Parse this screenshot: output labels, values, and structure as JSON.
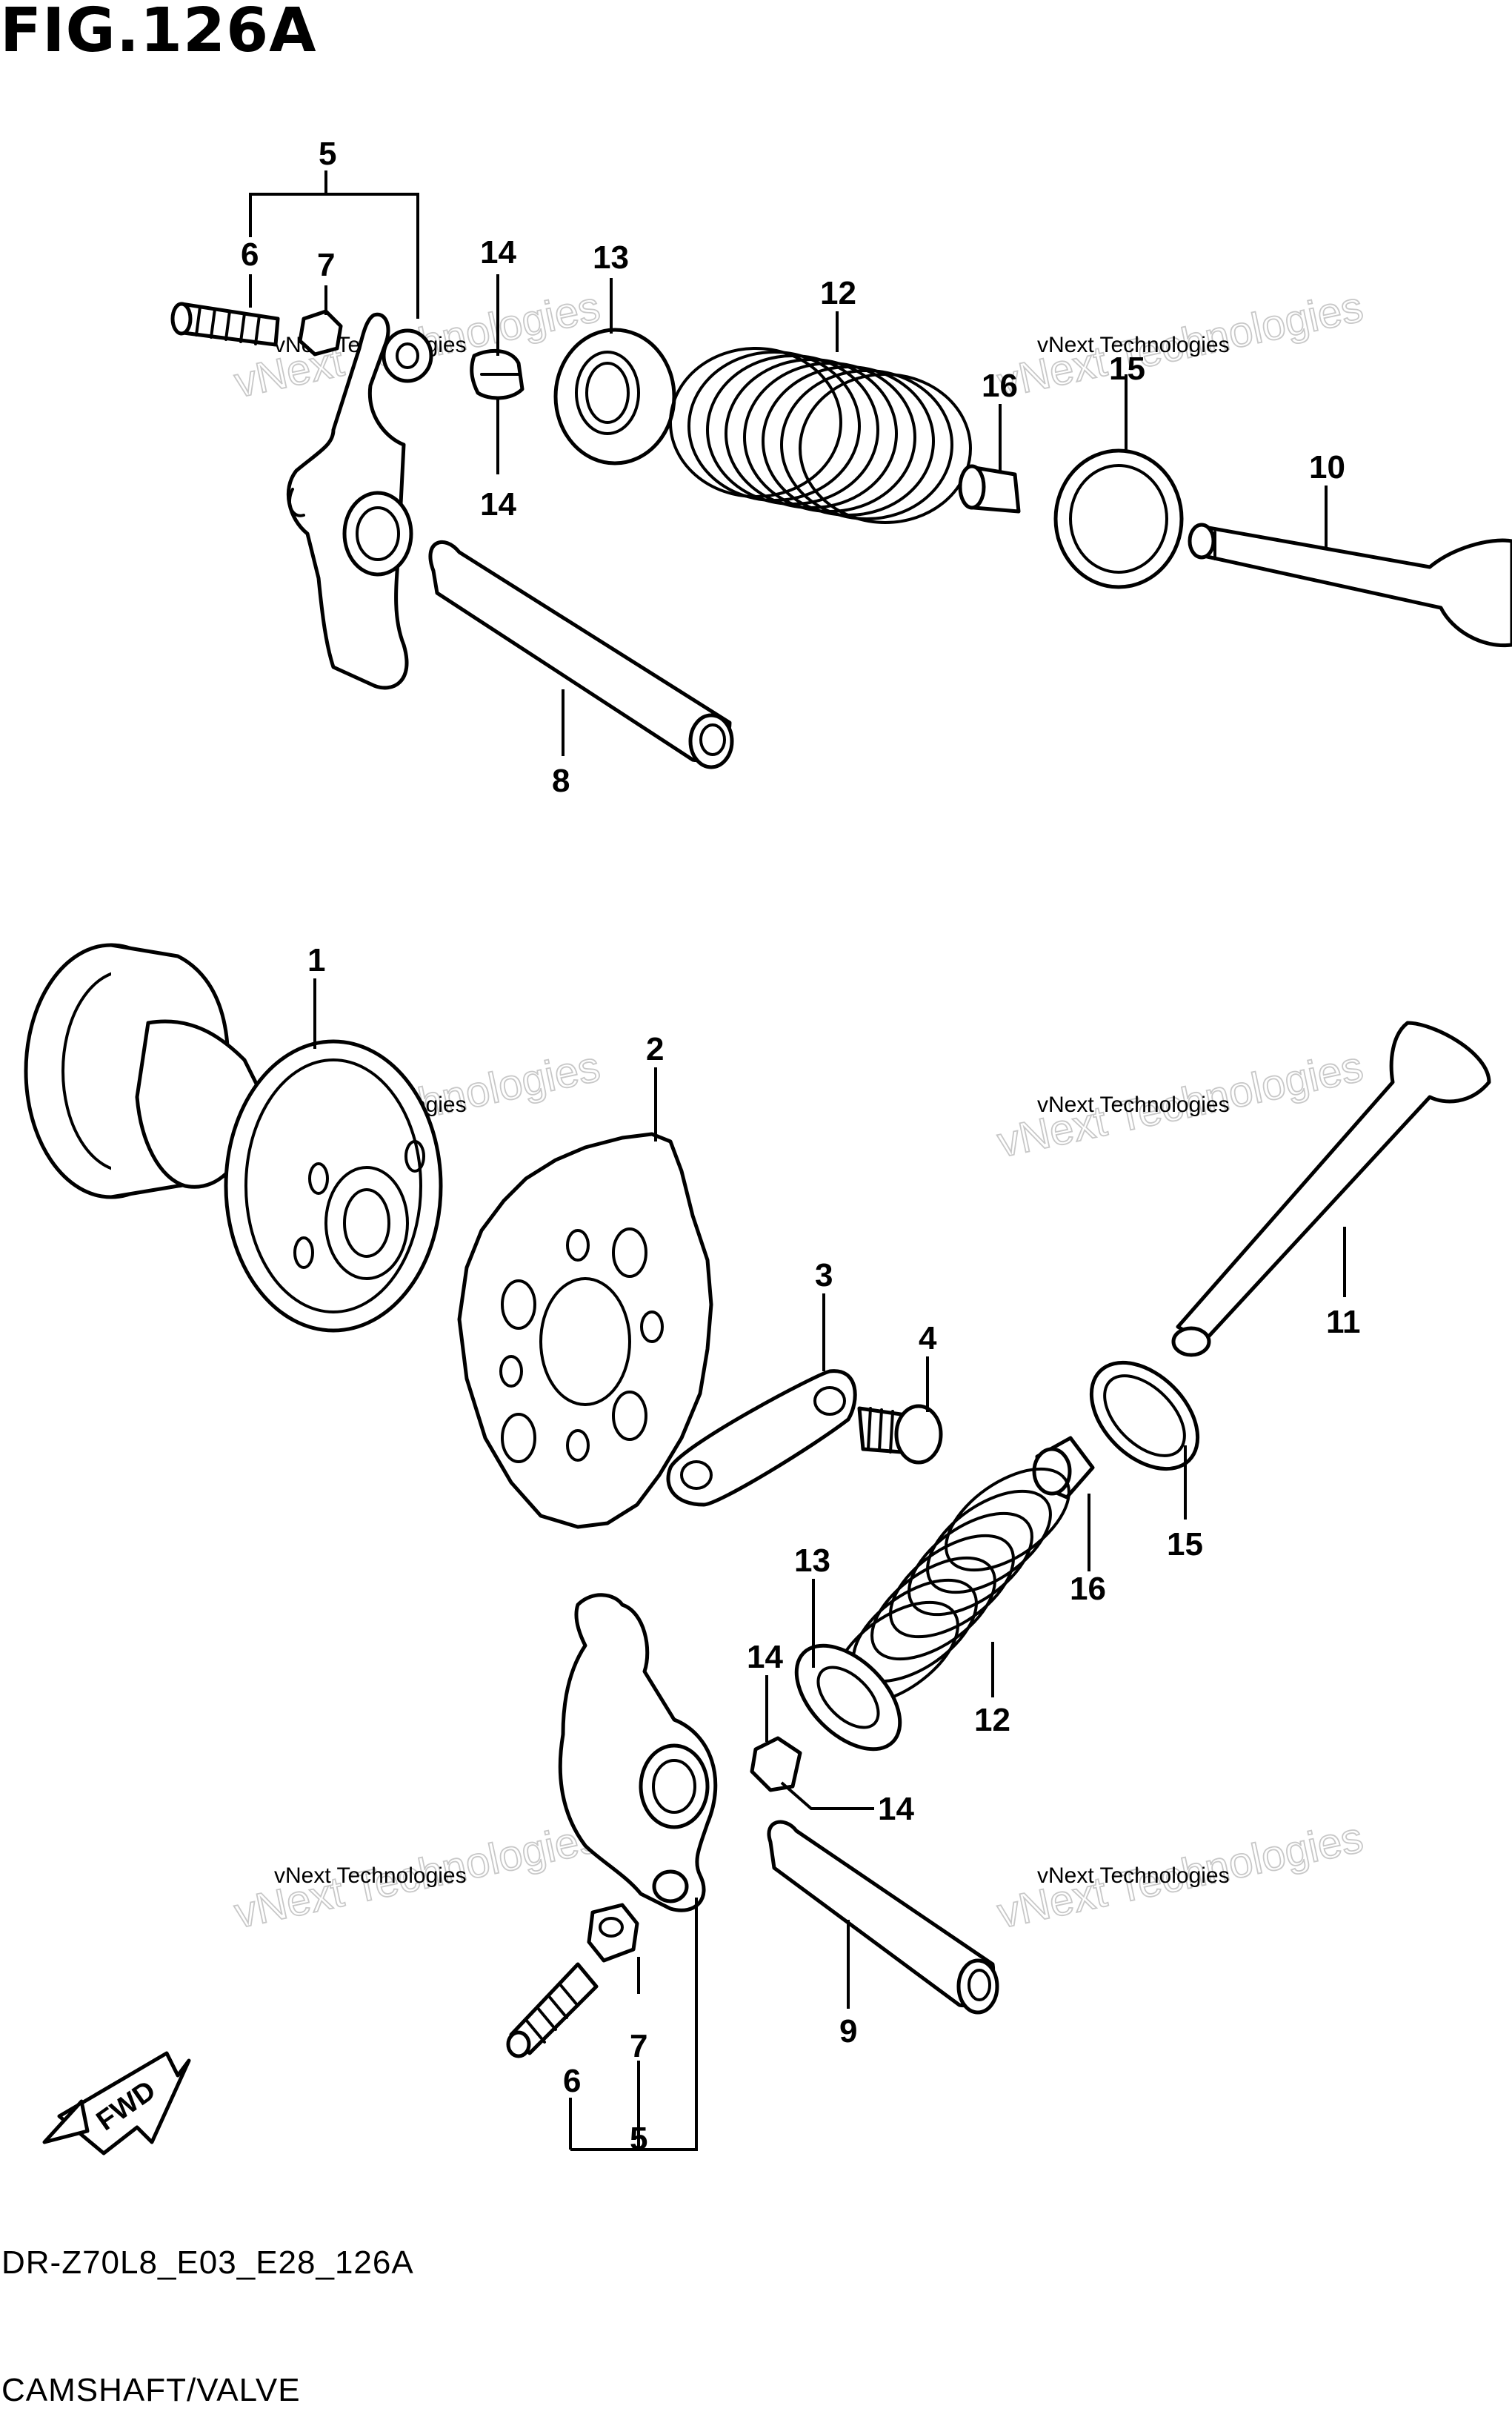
{
  "figure": {
    "title": "FIG.126A",
    "code": "DR-Z70L8_E03_E28_126A",
    "subtitle": "CAMSHAFT/VALVE"
  },
  "watermark": {
    "line1": "vNext Technologies",
    "line2": "vNext Technologies"
  },
  "direction_marker": {
    "label": "FWD",
    "icon": "fwd-arrow-icon"
  },
  "parts": [
    {
      "ref": "1",
      "part": "camshaft"
    },
    {
      "ref": "2",
      "part": "cam sprocket"
    },
    {
      "ref": "3",
      "part": "plate"
    },
    {
      "ref": "4",
      "part": "bolt"
    },
    {
      "ref": "5",
      "part": "rocker arm assembly"
    },
    {
      "ref": "6",
      "part": "adjusting screw"
    },
    {
      "ref": "7",
      "part": "nut"
    },
    {
      "ref": "8",
      "part": "shaft"
    },
    {
      "ref": "9",
      "part": "shaft"
    },
    {
      "ref": "10",
      "part": "valve"
    },
    {
      "ref": "11",
      "part": "valve"
    },
    {
      "ref": "12",
      "part": "valve spring"
    },
    {
      "ref": "13",
      "part": "retainer"
    },
    {
      "ref": "14",
      "part": "cotter"
    },
    {
      "ref": "15",
      "part": "washer"
    },
    {
      "ref": "16",
      "part": "oil seal"
    }
  ],
  "labels": {
    "top_5": "5",
    "top_6": "6",
    "top_7": "7",
    "top_14a": "14",
    "top_14b": "14",
    "top_13": "13",
    "top_12": "12",
    "top_16": "16",
    "top_15": "15",
    "top_10": "10",
    "top_8": "8",
    "l_1": "1",
    "l_2": "2",
    "l_3": "3",
    "l_4": "4",
    "l_11": "11",
    "l_15": "15",
    "l_16": "16",
    "l_13": "13",
    "l_14a": "14",
    "l_14b": "14",
    "l_12": "12",
    "l_9": "9",
    "bot_7": "7",
    "bot_6": "6",
    "bot_5": "5"
  }
}
